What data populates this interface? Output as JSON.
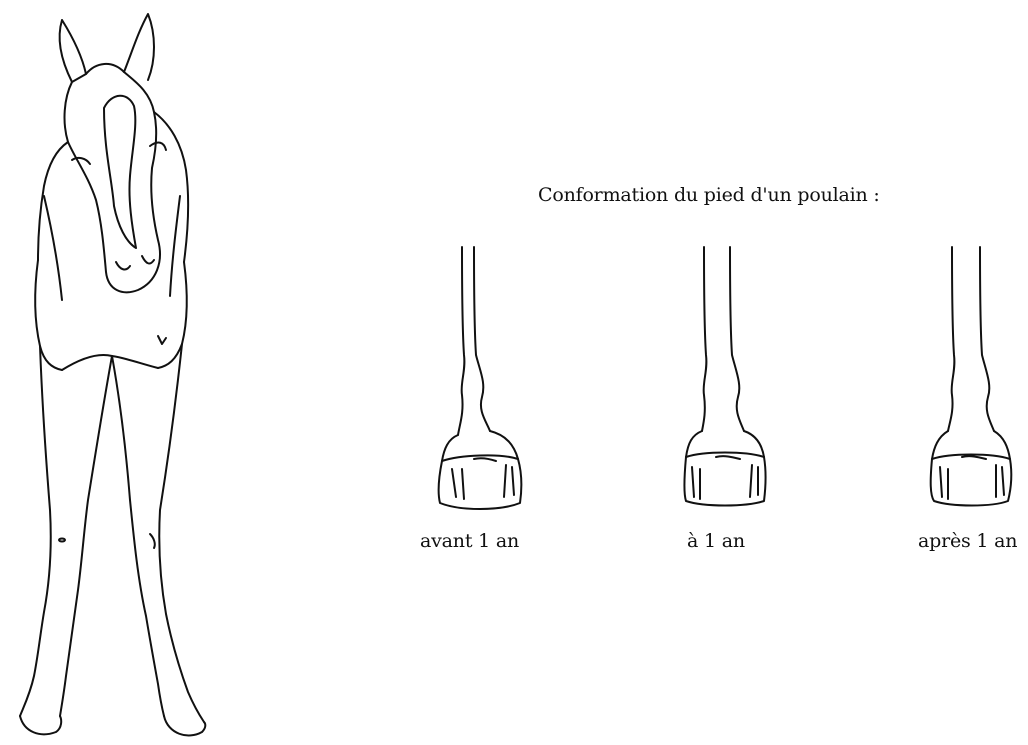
{
  "diagram": {
    "title": "Conformation du pied d'un poulain :",
    "stages": [
      {
        "label": "avant 1 an"
      },
      {
        "label": "à 1 an"
      },
      {
        "label": "après 1 an"
      }
    ],
    "colors": {
      "ink": "#111111",
      "background": "#ffffff"
    }
  }
}
